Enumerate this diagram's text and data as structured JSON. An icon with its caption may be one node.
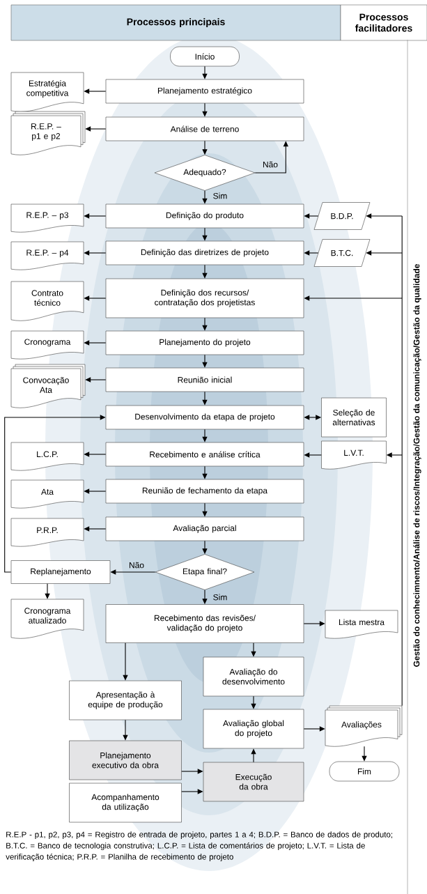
{
  "diagram": {
    "nodes": [
      {
        "text": [
          "Processos principais"
        ]
      },
      {
        "text": [
          "Processos facilitadores"
        ]
      },
      {
        "text": [
          "Gestão do conhecimnento/Análise de riscos/Integração/Gestão da comunicação/Gestão da qualidade"
        ]
      },
      {
        "text": [
          "Início"
        ]
      },
      {
        "text": [
          "Planejamento estratégico"
        ]
      },
      {
        "text": [
          "Estratégia competitiva"
        ]
      },
      {
        "text": [
          "Análise de terreno"
        ]
      },
      {
        "text": [
          "R.E.P. – p1 e p2"
        ]
      },
      {
        "text": [
          "Adequado?"
        ]
      },
      {
        "text": [
          "Definição do produto"
        ]
      },
      {
        "text": [
          "R.E.P. – p3"
        ]
      },
      {
        "text": [
          "B.D.P."
        ]
      },
      {
        "text": [
          "Definição das diretrizes de projeto"
        ]
      },
      {
        "text": [
          "R.E.P. – p4"
        ]
      },
      {
        "text": [
          "B.T.C."
        ]
      },
      {
        "text": [
          "Definição dos recursos/ contratação dos projetistas"
        ]
      },
      {
        "text": [
          "Contrato técnico"
        ]
      },
      {
        "text": [
          "Planejamento do projeto"
        ]
      },
      {
        "text": [
          "Cronograma"
        ]
      },
      {
        "text": [
          "Reunião inicial"
        ]
      },
      {
        "text": [
          "Convocação Ata"
        ]
      },
      {
        "text": [
          "Desenvolvimento da etapa de projeto"
        ]
      },
      {
        "text": [
          "Seleção de alternativas"
        ]
      },
      {
        "text": [
          "Recebimento e análise crítica"
        ]
      },
      {
        "text": [
          "L.C.P."
        ]
      },
      {
        "text": [
          "L.V.T."
        ]
      },
      {
        "text": [
          "Reunião de fechamento da etapa"
        ]
      },
      {
        "text": [
          "Ata"
        ]
      },
      {
        "text": [
          "Avaliação parcial"
        ]
      },
      {
        "text": [
          "P.R.P."
        ]
      },
      {
        "text": [
          "Etapa final?"
        ]
      },
      {
        "text": [
          "Replanejamento"
        ]
      },
      {
        "text": [
          "Cronograma atualizado"
        ]
      },
      {
        "text": [
          "Recebimento das revisões/ validação do projeto"
        ]
      },
      {
        "text": [
          "Lista mestra"
        ]
      },
      {
        "text": [
          "Avaliação do desenvolvimento"
        ]
      },
      {
        "text": [
          "Apresentação à equipe de produção"
        ]
      },
      {
        "text": [
          "Avaliação global do projeto"
        ]
      },
      {
        "text": [
          "Avaliações"
        ]
      },
      {
        "text": [
          "Planejamento executivo da obra"
        ]
      },
      {
        "text": [
          "Execução da obra"
        ]
      },
      {
        "text": [
          "Fim"
        ]
      },
      {
        "text": [
          "Acompanhamento da utilização"
        ]
      }
    ],
    "edges": [
      {
        "from": 3,
        "to": 4,
        "arrow": "to"
      },
      {
        "from": 4,
        "to": 5,
        "arrow": "to"
      },
      {
        "from": 4,
        "to": 6,
        "arrow": "to"
      },
      {
        "from": 6,
        "to": 7,
        "arrow": "to"
      },
      {
        "from": 6,
        "to": 8,
        "arrow": "to"
      },
      {
        "from": 8,
        "to": 6,
        "arrow": "to",
        "label": "Não"
      },
      {
        "from": 8,
        "to": 9,
        "arrow": "to",
        "label": "Sim"
      },
      {
        "from": 9,
        "to": 10,
        "arrow": "to"
      },
      {
        "from": 11,
        "to": 9,
        "arrow": "to"
      },
      {
        "from": 9,
        "to": 12,
        "arrow": "to"
      },
      {
        "from": 12,
        "to": 13,
        "arrow": "to"
      },
      {
        "from": 14,
        "to": 12,
        "arrow": "to"
      },
      {
        "from": 12,
        "to": 15,
        "arrow": "to"
      },
      {
        "from": 15,
        "to": 16,
        "arrow": "to"
      },
      {
        "from": 15,
        "to": 17,
        "arrow": "to"
      },
      {
        "from": 17,
        "to": 18,
        "arrow": "to"
      },
      {
        "from": 17,
        "to": 19,
        "arrow": "to"
      },
      {
        "from": 19,
        "to": 20,
        "arrow": "to"
      },
      {
        "from": 19,
        "to": 21,
        "arrow": "to"
      },
      {
        "from": 21,
        "to": 22,
        "arrow": "both"
      },
      {
        "from": 21,
        "to": 23,
        "arrow": "to"
      },
      {
        "from": 25,
        "to": 23,
        "arrow": "to"
      },
      {
        "from": 23,
        "to": 24,
        "arrow": "to"
      },
      {
        "from": 23,
        "to": 26,
        "arrow": "to"
      },
      {
        "from": 26,
        "to": 27,
        "arrow": "to"
      },
      {
        "from": 26,
        "to": 28,
        "arrow": "to"
      },
      {
        "from": 28,
        "to": 29,
        "arrow": "to"
      },
      {
        "from": 28,
        "to": 30,
        "arrow": "to"
      },
      {
        "from": 30,
        "to": 31,
        "arrow": "to",
        "label": "Não"
      },
      {
        "from": 31,
        "to": 21,
        "arrow": "to"
      },
      {
        "from": 31,
        "to": 32,
        "arrow": "to"
      },
      {
        "from": 30,
        "to": 33,
        "arrow": "to",
        "label": "Sim"
      },
      {
        "from": 33,
        "to": 34,
        "arrow": "to"
      },
      {
        "from": 33,
        "to": 36,
        "arrow": "to"
      },
      {
        "from": 33,
        "to": 35,
        "arrow": "to"
      },
      {
        "from": 35,
        "to": 37,
        "arrow": "to"
      },
      {
        "from": 36,
        "to": 39,
        "arrow": "to"
      },
      {
        "from": 39,
        "to": 40,
        "arrow": "to"
      },
      {
        "from": 42,
        "to": 40,
        "arrow": "to"
      },
      {
        "from": 40,
        "to": 37,
        "arrow": "to"
      },
      {
        "from": 37,
        "to": 38,
        "arrow": "to"
      },
      {
        "from": 38,
        "to": 41,
        "arrow": "to"
      },
      {
        "from": 38,
        "to": 11,
        "arrow": "to"
      },
      {
        "from": 38,
        "to": 14,
        "arrow": "to"
      },
      {
        "from": 38,
        "to": 15,
        "arrow": "to"
      },
      {
        "from": 38,
        "to": 25,
        "arrow": "to"
      }
    ],
    "labels": [
      "R.E.P - p1, p2, p3, p4 = Registro de entrada de projeto, partes 1 a 4; B.D.P. = Banco de dados de produto; B.T.C. = Banco de tecnologia construtiva; L.C.P. = Lista de comentários de projeto; L.V.T. = Lista de verificação técnica; P.R.P. = Planilha de recebimento de projeto"
    ]
  }
}
